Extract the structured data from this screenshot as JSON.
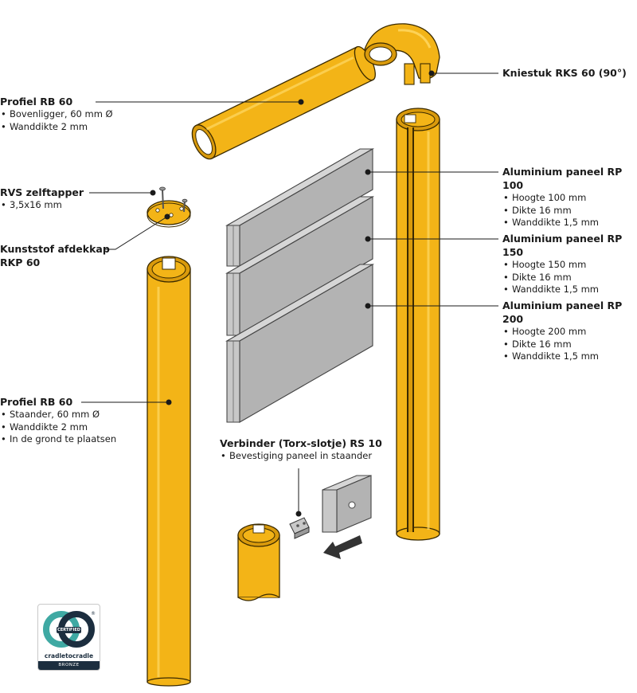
{
  "colors": {
    "profile_yellow": "#f3b417",
    "profile_outline": "#3a2a00",
    "panel_grey": "#bdbdbd",
    "panel_face": "#b3b3b3",
    "leader_line": "#1a1a1a",
    "badge_blue": "#1c2e3f",
    "badge_teal": "#3fa9a3"
  },
  "labels": {
    "profiel_top": {
      "title": "Profiel RB 60",
      "items": [
        "Bovenligger, 60 mm Ø",
        "Wanddikte 2 mm"
      ]
    },
    "rvs": {
      "title": "RVS zelftapper",
      "items": [
        "3,5x16 mm"
      ]
    },
    "afdekkap": {
      "title_line1": "Kunststof afdekkap",
      "title_line2": "RKP 60"
    },
    "profiel_bottom": {
      "title": "Profiel RB 60",
      "items": [
        "Staander, 60 mm Ø",
        "Wanddikte 2 mm",
        "In de grond te plaatsen"
      ]
    },
    "kniestuk": {
      "title": "Kniestuk RKS 60 (90°)"
    },
    "rp100": {
      "title": "Aluminium paneel RP 100",
      "items": [
        "Hoogte 100 mm",
        "Dikte 16 mm",
        "Wanddikte 1,5 mm"
      ]
    },
    "rp150": {
      "title": "Aluminium paneel RP 150",
      "items": [
        "Hoogte 150 mm",
        "Dikte 16 mm",
        "Wanddikte 1,5 mm"
      ]
    },
    "rp200": {
      "title": "Aluminium paneel RP 200",
      "items": [
        "Hoogte 200 mm",
        "Dikte 16 mm",
        "Wanddikte 1,5 mm"
      ]
    },
    "verbinder": {
      "title": "Verbinder (Torx-slotje) RS 10",
      "items": [
        "Bevestiging paneel in staander"
      ]
    }
  },
  "badge": {
    "certified": "CERTIFIED",
    "brand": "cradletocradle",
    "level": "BRONZE"
  }
}
